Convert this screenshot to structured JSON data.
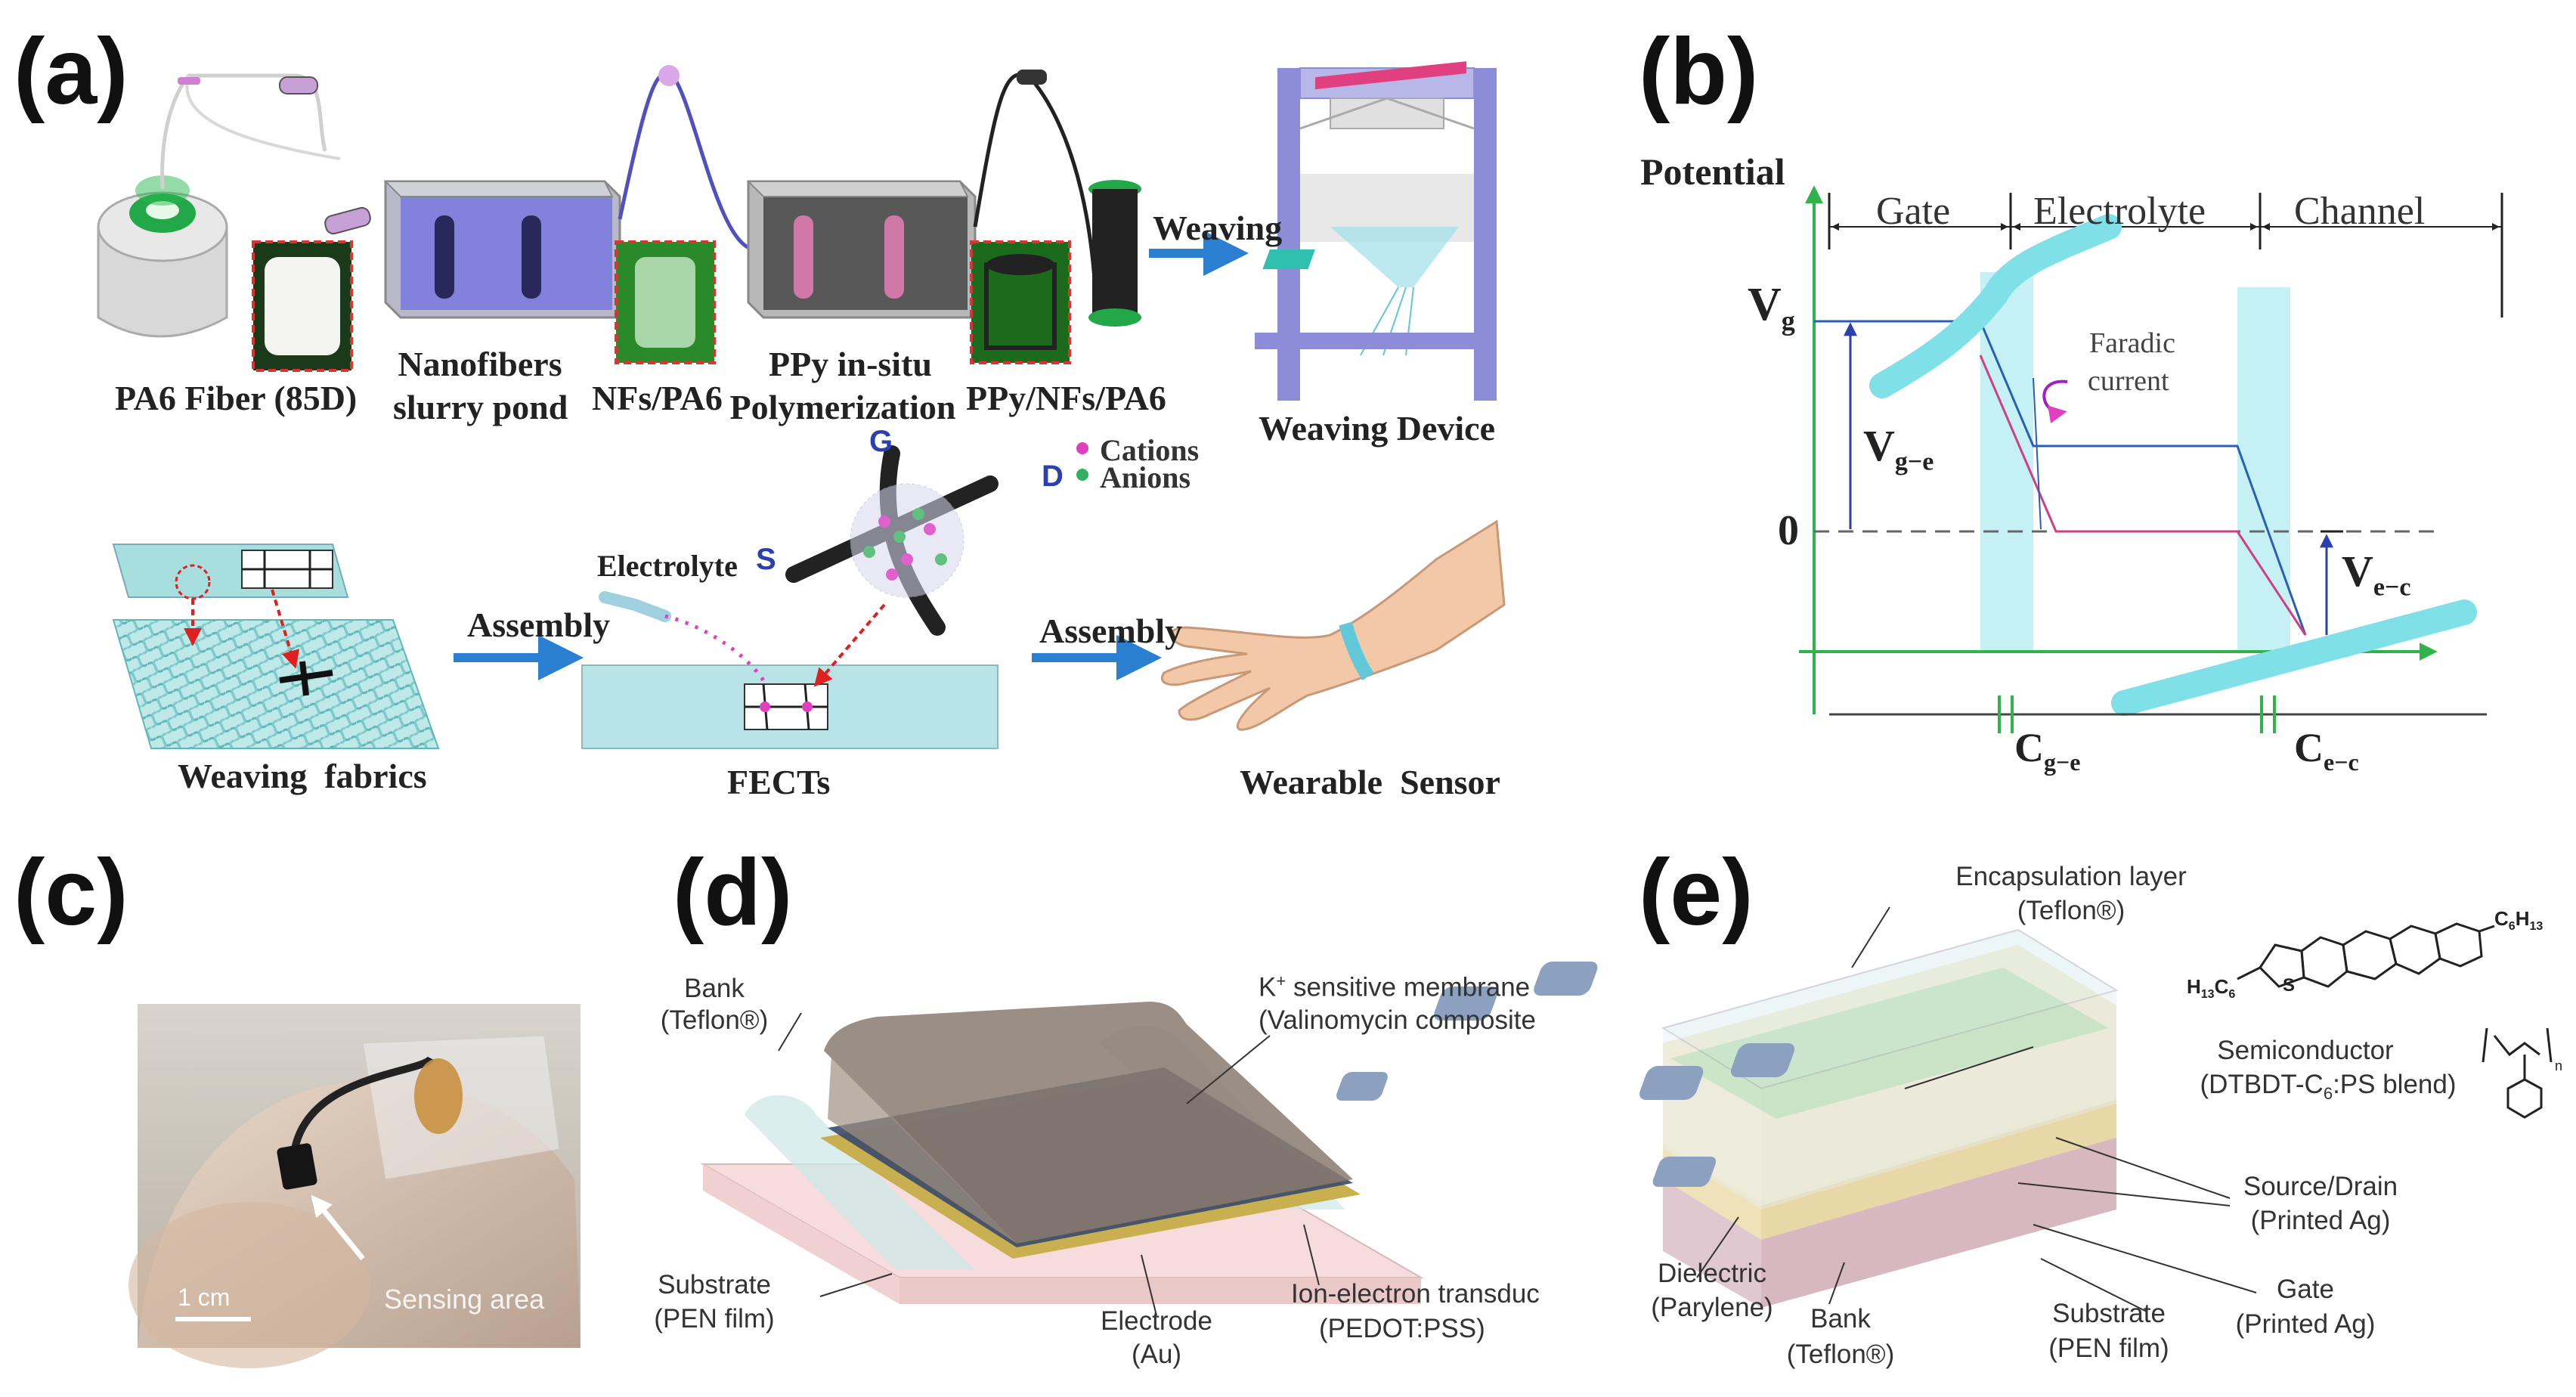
{
  "panels": [
    {
      "letter": "(a)"
    },
    {
      "letter": "(b)"
    },
    {
      "letter": "(c)"
    },
    {
      "letter": "(d)"
    },
    {
      "letter": "(e)"
    }
  ],
  "panel_a": {
    "pa6_fiber": "PA6 Fiber (85D)",
    "slurry_line1": "Nanofibers",
    "slurry_line2": "slurry pond",
    "nfs_pa6": "NFs/PA6",
    "ppy_line1": "PPy in-situ",
    "ppy_line2": "Polymerization",
    "ppy_nfs_pa6": "PPy/NFs/PA6",
    "weaving": "Weaving",
    "weaving_device": "Weaving Device",
    "cations": "Cations",
    "anions": "Anions",
    "gate_g": "G",
    "drain_d": "D",
    "source_s": "S",
    "electrolyte": "Electrolyte",
    "assembly_1": "Assembly",
    "assembly_2": "Assembly",
    "weaving_fabrics": "Weaving  fabrics",
    "fects": "FECTs",
    "wearable_sensor": "Wearable  Sensor",
    "colors": {
      "cation": "#e040c0",
      "anion": "#30b060",
      "arrow": "#2a7fd0",
      "device": "#8c8cd8",
      "fabric": "#9fd8d8"
    }
  },
  "panel_b": {
    "potential": "Potential",
    "gate": "Gate",
    "electrolyte": "Electrolyte",
    "channel": "Channel",
    "vg": "V",
    "vg_sub": "g",
    "faradic1": "Faradic",
    "faradic2": "current",
    "vge": "V",
    "vge_sub": "g−e",
    "zero": "0",
    "vec": "V",
    "vec_sub": "e−c",
    "cge": "C",
    "cge_sub": "g−e",
    "cec": "C",
    "cec_sub": "e−c",
    "colors": {
      "axis": "#2fb34a",
      "blue": "#2a5fb8",
      "pink": "#d04080",
      "cyan": "#7fe0e8"
    }
  },
  "panel_c": {
    "scale": "1 cm",
    "sensing_area": "Sensing area"
  },
  "panel_d": {
    "bank1": "Bank",
    "bank2": "(Teflon®)",
    "membrane1": "K",
    "membrane_sup": "+",
    "membrane1_rest": " sensitive membrane",
    "membrane2": "(Valinomycin composite",
    "substrate1": "Substrate",
    "substrate2": "(PEN film)",
    "electrode1": "Electrode",
    "electrode2": "(Au)",
    "ion1": "Ion-electron transduc",
    "ion2": "(PEDOT:PSS)"
  },
  "panel_e": {
    "encap1": "Encapsulation layer",
    "encap2": "(Teflon®)",
    "semi1": "Semiconductor",
    "semi2": "(DTBDT-C",
    "semi2_sub": "6",
    "semi2_rest": ":PS blend)",
    "source1": "Source/Drain",
    "source2": "(Printed Ag)",
    "gate1": "Gate",
    "gate2": "(Printed Ag)",
    "dielectric1": "Dielectric",
    "dielectric2": "(Parylene)",
    "bank1": "Bank",
    "bank2": "(Teflon®)",
    "substrate1": "Substrate",
    "substrate2": "(PEN film)",
    "chem_left": "H",
    "chem_left_13": "13",
    "chem_left_c": "C",
    "chem_left_6": "6",
    "chem_right": "C",
    "chem_right_6": "6",
    "chem_right_h": "H",
    "chem_right_13": "13",
    "chem_s": "S",
    "chem_n": "n"
  }
}
